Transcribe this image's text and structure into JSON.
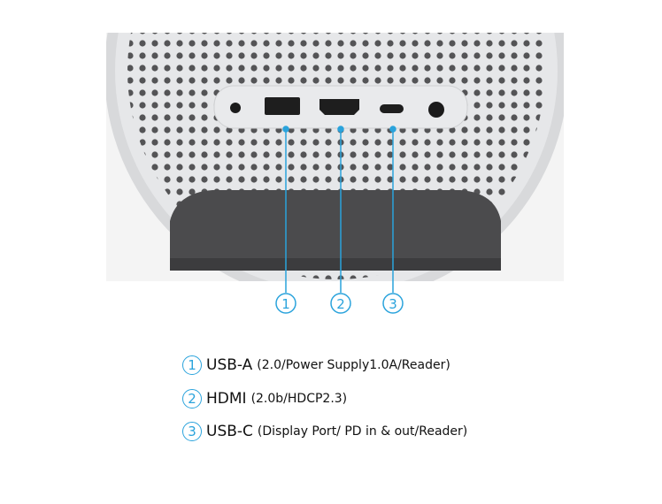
{
  "callouts": [
    "1",
    "2",
    "3"
  ],
  "legend": [
    {
      "number": "1",
      "name": "USB-A",
      "detail": "(2.0/Power Supply1.0A/Reader)"
    },
    {
      "number": "2",
      "name": "HDMI",
      "detail": "(2.0b/HDCP2.3)"
    },
    {
      "number": "3",
      "name": "USB-C",
      "detail": "(Display Port/ PD in & out/Reader)"
    }
  ],
  "colors": {
    "accent": "#2aa3dc",
    "body": "#e4e5e7",
    "base": "#4a4a4c",
    "background": "#f2f2f2"
  }
}
